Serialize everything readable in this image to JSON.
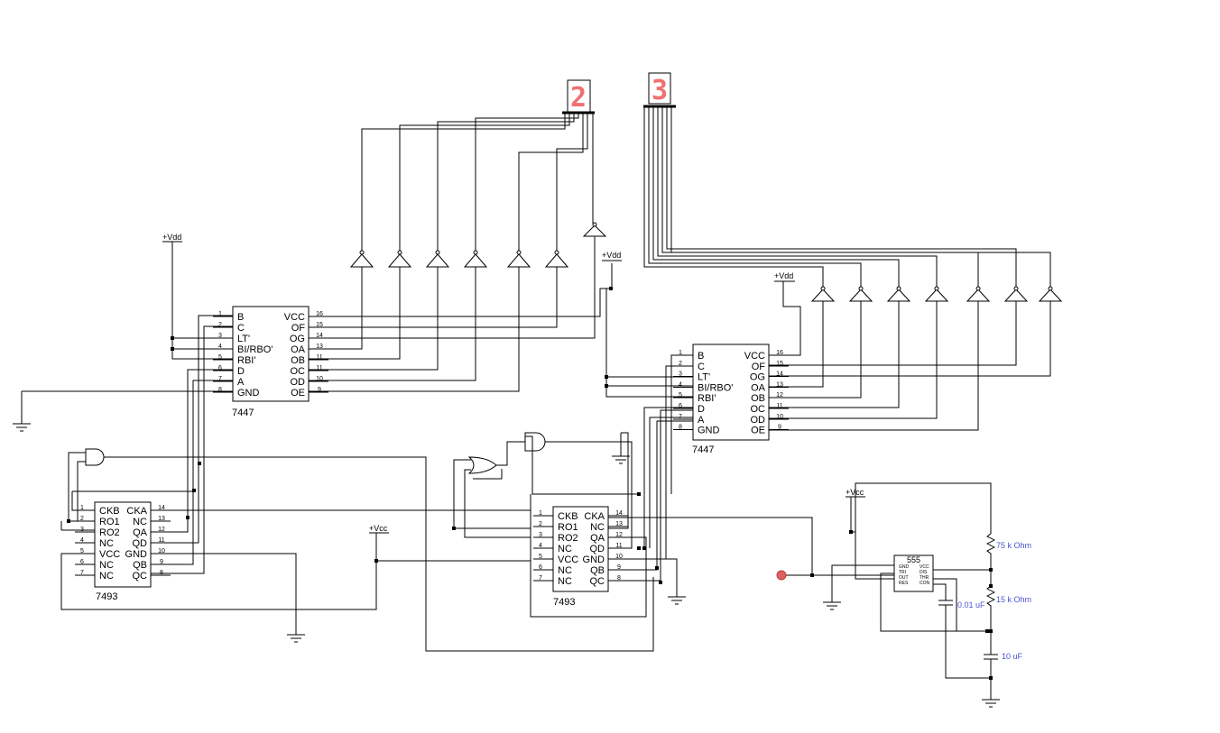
{
  "decoder_left": {
    "part": "7447",
    "left_pins": [
      [
        "1",
        "B"
      ],
      [
        "2",
        "C"
      ],
      [
        "3",
        "LT'"
      ],
      [
        "4",
        "BI/RBO'"
      ],
      [
        "5",
        "RBI'"
      ],
      [
        "6",
        "D"
      ],
      [
        "7",
        "A"
      ],
      [
        "8",
        "GND"
      ]
    ],
    "right_pins": [
      [
        "16",
        "VCC"
      ],
      [
        "15",
        "OF"
      ],
      [
        "14",
        "OG"
      ],
      [
        "13",
        "OA"
      ],
      [
        "11",
        "OB"
      ],
      [
        "11",
        "OC"
      ],
      [
        "10",
        "OD"
      ],
      [
        "9",
        "OE"
      ]
    ]
  },
  "decoder_right": {
    "part": "7447",
    "left_pins": [
      [
        "1",
        "B"
      ],
      [
        "2",
        "C"
      ],
      [
        "3",
        "LT'"
      ],
      [
        "4",
        "BI/RBO'"
      ],
      [
        "5",
        "RBI'"
      ],
      [
        "6",
        "D"
      ],
      [
        "7",
        "A"
      ],
      [
        "8",
        "GND"
      ]
    ],
    "right_pins": [
      [
        "16",
        "VCC"
      ],
      [
        "15",
        "OF"
      ],
      [
        "14",
        "OG"
      ],
      [
        "13",
        "OA"
      ],
      [
        "12",
        "OB"
      ],
      [
        "11",
        "OC"
      ],
      [
        "10",
        "OD"
      ],
      [
        "9",
        "OE"
      ]
    ]
  },
  "counter_left": {
    "part": "7493",
    "left_pins": [
      [
        "1",
        "CKB"
      ],
      [
        "2",
        "RO1"
      ],
      [
        "3",
        "RO2"
      ],
      [
        "4",
        "NC"
      ],
      [
        "5",
        "VCC"
      ],
      [
        "6",
        "NC"
      ],
      [
        "7",
        "NC"
      ]
    ],
    "right_pins": [
      [
        "14",
        "CKA"
      ],
      [
        "13",
        "NC"
      ],
      [
        "12",
        "QA"
      ],
      [
        "11",
        "QD"
      ],
      [
        "10",
        "GND"
      ],
      [
        "9",
        "QB"
      ],
      [
        "8",
        "QC"
      ]
    ]
  },
  "counter_right": {
    "part": "7493",
    "left_pins": [
      [
        "1",
        "CKB"
      ],
      [
        "2",
        "RO1"
      ],
      [
        "3",
        "RO2"
      ],
      [
        "4",
        "NC"
      ],
      [
        "5",
        "VCC"
      ],
      [
        "6",
        "NC"
      ],
      [
        "7",
        "NC"
      ]
    ],
    "right_pins": [
      [
        "14",
        "CKA"
      ],
      [
        "13",
        "NC"
      ],
      [
        "12",
        "QA"
      ],
      [
        "11",
        "QD"
      ],
      [
        "10",
        "GND"
      ],
      [
        "9",
        "QB"
      ],
      [
        "8",
        "QC"
      ]
    ]
  },
  "timer": {
    "part": "555",
    "left_pins": [
      "GND",
      "TRI",
      "OUT",
      "RES"
    ],
    "right_pins": [
      "VCC",
      "DIS",
      "THR",
      "CON"
    ]
  },
  "displays": [
    {
      "digit": "2",
      "color": "#f07070"
    },
    {
      "digit": "3",
      "color": "#f07070"
    }
  ],
  "supplies": {
    "vdd": "+Vdd",
    "vcc": "+Vcc"
  },
  "components": {
    "r1": "75 k Ohm",
    "r2": "15 k Ohm",
    "c1": "0.01 uF",
    "c2": "10 uF"
  },
  "colors": {
    "wire": "#000000",
    "segment_display": "#f07070",
    "component_value": "#4a54d0",
    "clock_probe": "#e06060"
  }
}
